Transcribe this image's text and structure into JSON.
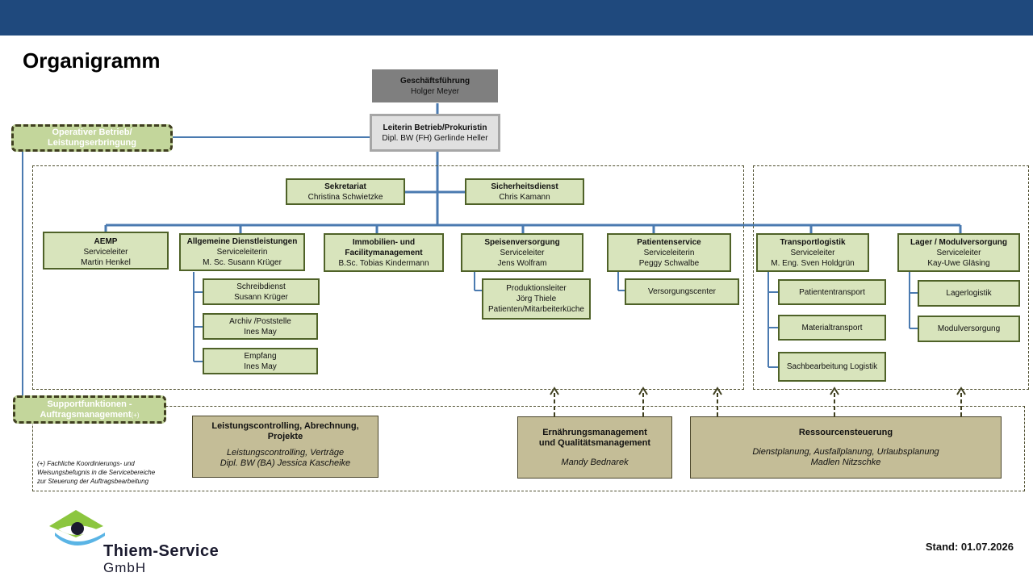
{
  "header": {
    "title": "Organigramm"
  },
  "top": {
    "gf": {
      "title": "Geschäftsführung",
      "name": "Holger Meyer"
    },
    "leitung": {
      "title": "Leiterin Betrieb/Prokuristin",
      "name": "Dipl. BW (FH) Gerlinde Heller"
    }
  },
  "labels": {
    "operativ": [
      "Operativer Betrieb/",
      "Leistungserbringung"
    ],
    "support": [
      "Supportfunktionen -",
      "Auftragsmanagement"
    ],
    "support_sup": "(+)"
  },
  "staff": {
    "sekretariat": {
      "title": "Sekretariat",
      "name": "Christina Schwietzke"
    },
    "sicherheit": {
      "title": "Sicherheitsdienst",
      "name": "Chris Kamann"
    }
  },
  "departments": {
    "aemp": {
      "title": "AEMP",
      "role": "Serviceleiter",
      "name": "Martin Henkel"
    },
    "allg": {
      "title": "Allgemeine Dienstleistungen",
      "role": "Serviceleiterin",
      "name": "M. Sc. Susann Krüger",
      "subs": [
        {
          "l1": "Schreibdienst",
          "l2": "Susann Krüger"
        },
        {
          "l1": "Archiv /Poststelle",
          "l2": "Ines May"
        },
        {
          "l1": "Empfang",
          "l2": "Ines May"
        }
      ]
    },
    "immo": {
      "title1": "Immobilien- und",
      "title2": "Facilitymanagement",
      "name": "B.Sc. Tobias Kindermann"
    },
    "speise": {
      "title": "Speisenversorgung",
      "role": "Serviceleiter",
      "name": "Jens Wolfram",
      "sub": {
        "l1": "Produktionsleiter",
        "l2": "Jörg Thiele",
        "l3": "Patienten/Mitarbeiterküche"
      }
    },
    "patient": {
      "title": "Patientenservice",
      "role": "Serviceleiterin",
      "name": "Peggy Schwalbe",
      "sub": "Versorgungscenter"
    },
    "transport": {
      "title": "Transportlogistik",
      "role": "Serviceleiter",
      "name": "M. Eng. Sven Holdgrün",
      "subs": [
        "Patiententransport",
        "Materialtransport",
        "Sachbearbeitung Logistik"
      ]
    },
    "lager": {
      "title": "Lager / Modulversorgung",
      "role": "Serviceleiter",
      "name": "Kay-Uwe Gläsing",
      "subs": [
        "Lagerlogistik",
        "Modulversorgung"
      ]
    }
  },
  "support": {
    "controlling": {
      "title1": "Leistungscontrolling, Abrechnung,",
      "title2": "Projekte",
      "l1": "Leistungscontrolling, Verträge",
      "l2": "Dipl. BW (BA) Jessica Kascheike"
    },
    "ernaehrung": {
      "title1": "Ernährungsmanagement",
      "title2": "und Qualitätsmanagement",
      "name": "Mandy Bednarek"
    },
    "ressourcen": {
      "title": "Ressourcensteuerung",
      "l1": "Dienstplanung, Ausfallplanung, Urlaubsplanung",
      "l2": "Madlen Nitzschke"
    }
  },
  "note": [
    "(+) Fachliche Koordinierungs- und",
    "Weisungsbefugnis in die Servicebereiche",
    "zur Steuerung der Auftragsbearbeitung"
  ],
  "stand": "Stand: 01.07.2026",
  "logo": {
    "line1": "Thiem-Service",
    "line2": "GmbH"
  },
  "colors": {
    "header_bar": "#1f497d",
    "box_green": "#d8e4bc",
    "box_tan": "#c4bd97",
    "connector": "#4a7ab0"
  }
}
